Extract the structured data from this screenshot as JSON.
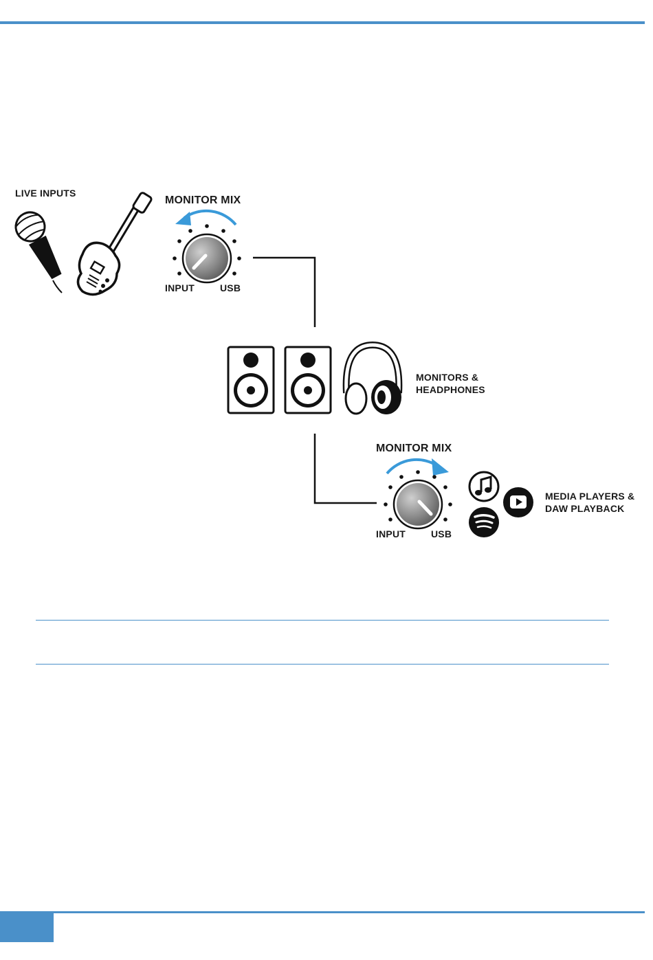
{
  "colors": {
    "accent": "#4a90c9",
    "ink": "#1a1a1a",
    "knob": "#8a8a8a"
  },
  "diagram": {
    "live_inputs_label": "LIVE INPUTS",
    "top_knob": {
      "title": "MONITOR MIX",
      "left_label": "INPUT",
      "right_label": "USB",
      "arrow_direction": "toward-input"
    },
    "bottom_knob": {
      "title": "MONITOR MIX",
      "left_label": "INPUT",
      "right_label": "USB",
      "arrow_direction": "toward-usb"
    },
    "monitors_label_line1": "MONITORS &",
    "monitors_label_line2": "HEADPHONES",
    "media_label_line1": "MEDIA PLAYERS &",
    "media_label_line2": "DAW PLAYBACK",
    "icons": [
      "microphone-icon",
      "guitar-icon",
      "speaker-icon",
      "speaker-icon",
      "headphones-icon",
      "music-note-icon",
      "play-button-icon",
      "spotify-icon"
    ]
  }
}
